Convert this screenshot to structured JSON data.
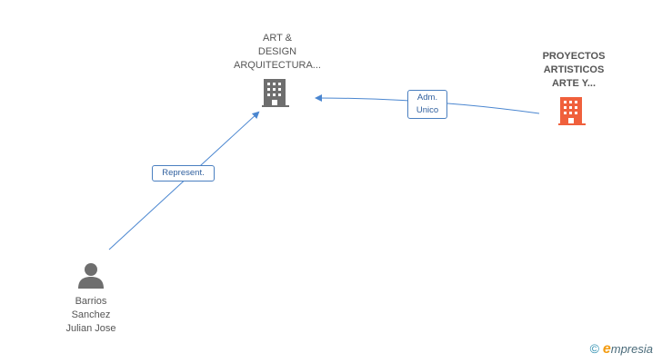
{
  "colors": {
    "edge": "#4a86d0",
    "company_primary": "#6e6e6e",
    "company_highlight": "#f0603c",
    "person": "#6e6e6e"
  },
  "nodes": {
    "art_design": {
      "label_lines": [
        "ART &",
        "DESIGN",
        "ARQUITECTURA..."
      ],
      "icon": "building-icon"
    },
    "proyectos": {
      "label_lines": [
        "PROYECTOS",
        "ARTISTICOS",
        "ARTE Y..."
      ],
      "icon": "building-icon"
    },
    "barrios": {
      "label_lines": [
        "Barrios",
        "Sanchez",
        "Julian Jose"
      ],
      "icon": "person-icon"
    }
  },
  "edges": {
    "adm_unico": {
      "label_lines": [
        "Adm.",
        "Unico"
      ]
    },
    "represent": {
      "label_lines": [
        "Represent."
      ]
    }
  },
  "footer": {
    "copyright": "©",
    "brand_e": "e",
    "brand_rest": "mpresia"
  }
}
